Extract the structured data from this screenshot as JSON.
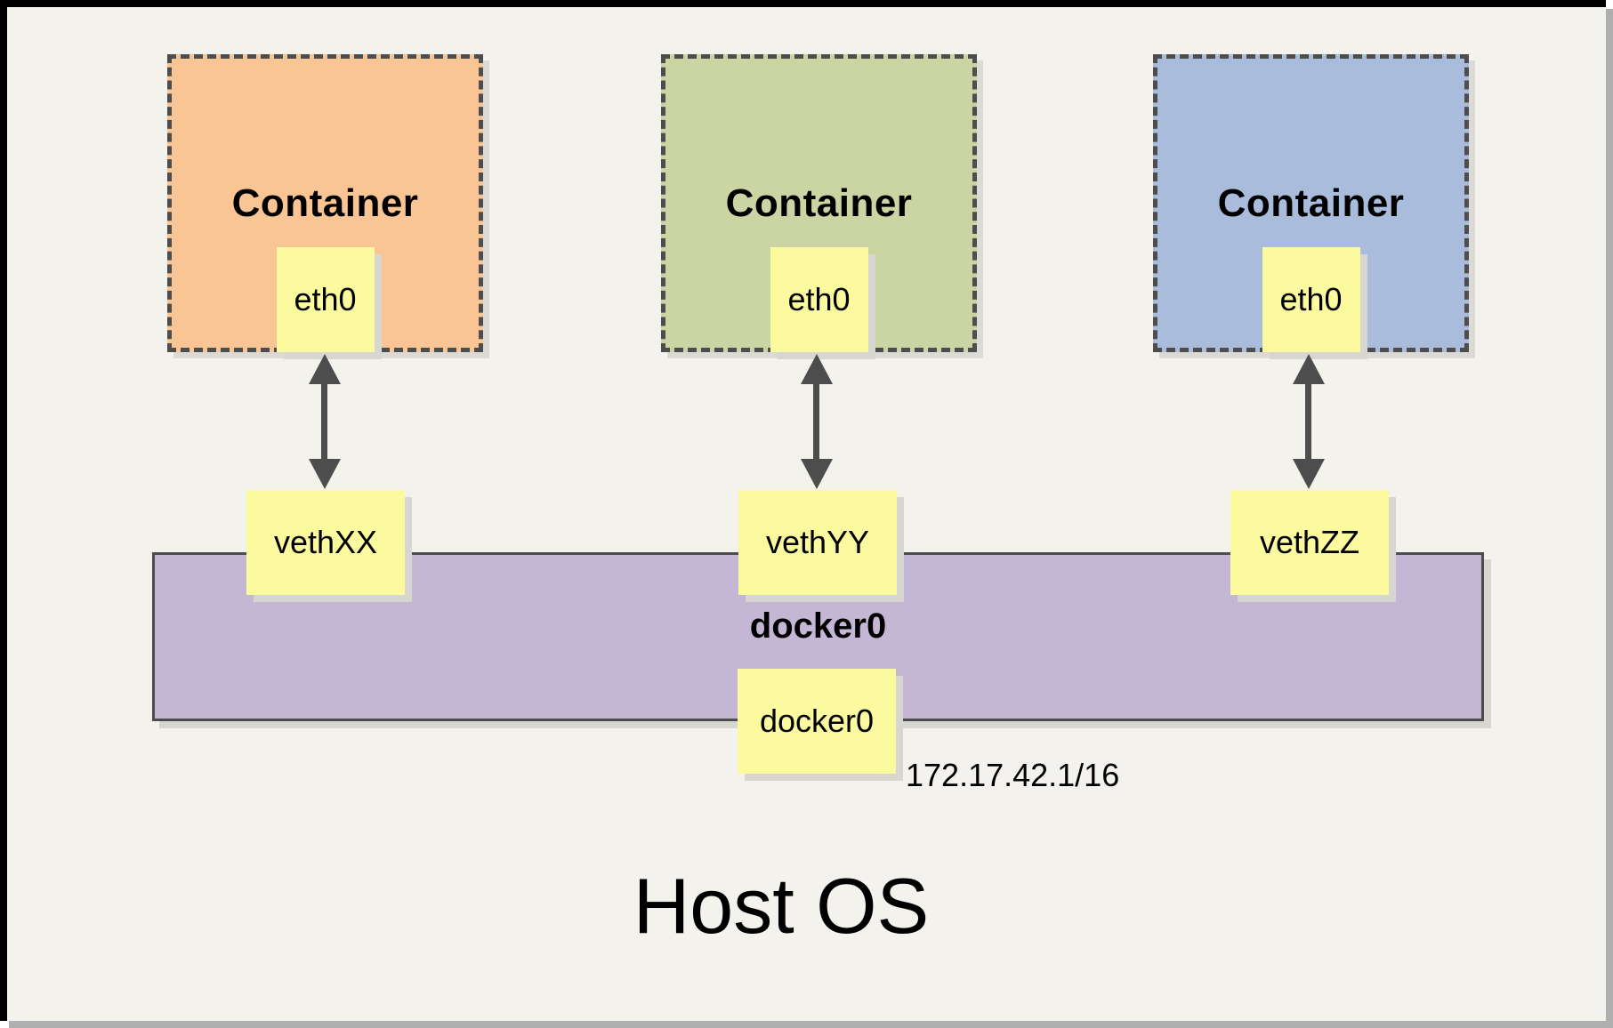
{
  "diagram": {
    "containers": [
      {
        "label": "Container",
        "interface": "eth0",
        "veth": "vethXX",
        "color": "#FAC594"
      },
      {
        "label": "Container",
        "interface": "eth0",
        "veth": "vethYY",
        "color": "#CBD4A3"
      },
      {
        "label": "Container",
        "interface": "eth0",
        "veth": "vethZZ",
        "color": "#AABCDB"
      }
    ],
    "bridge": {
      "label": "docker0",
      "interface": "docker0",
      "ip": "172.17.42.1/16",
      "color": "#C4B7D6"
    },
    "host": {
      "label": "Host OS"
    },
    "colors": {
      "page_background": "#F4F2ED",
      "note_yellow": "#FCFA9E",
      "line_gray": "#4D4D4D",
      "frame_black": "#000000",
      "box_shadow": "#D8D6D1",
      "page_shadow": "#AFAFAF"
    }
  }
}
